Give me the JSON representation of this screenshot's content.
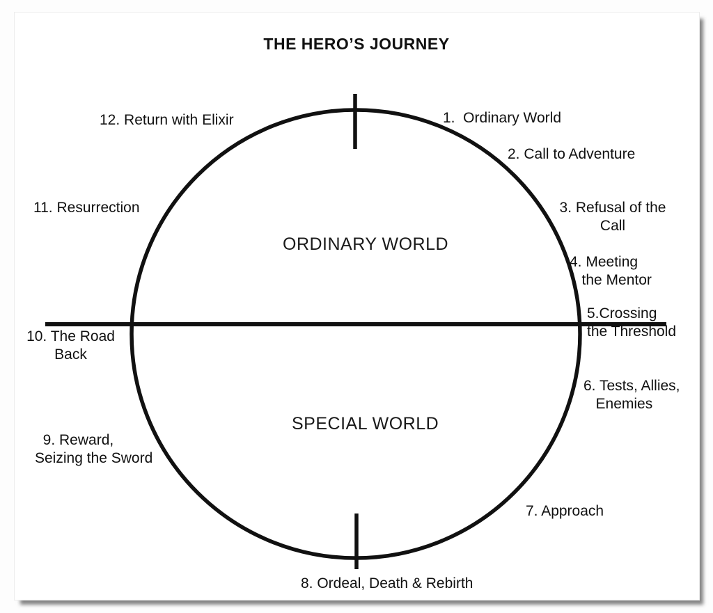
{
  "title": "THE HERO’S JOURNEY",
  "hemispheres": {
    "top": "ORDINARY WORLD",
    "bottom": "SPECIAL WORLD"
  },
  "stages": [
    {
      "id": 1,
      "text": "1.  Ordinary World"
    },
    {
      "id": 2,
      "text": "2. Call to Adventure"
    },
    {
      "id": 3,
      "text": "3. Refusal of the\nCall"
    },
    {
      "id": 4,
      "text": "4. Meeting\n   the Mentor"
    },
    {
      "id": 5,
      "text": "5.Crossing\nthe Threshold"
    },
    {
      "id": 6,
      "text": "6. Tests, Allies,\n   Enemies"
    },
    {
      "id": 7,
      "text": "7. Approach"
    },
    {
      "id": 8,
      "text": "8. Ordeal, Death & Rebirth"
    },
    {
      "id": 9,
      "text": "  9. Reward,\nSeizing the Sword"
    },
    {
      "id": 10,
      "text": "10. The Road\nBack"
    },
    {
      "id": 11,
      "text": "11. Resurrection"
    },
    {
      "id": 12,
      "text": "12. Return with Elixir"
    }
  ],
  "colors": {
    "ink": "#111111",
    "page": "#ffffff",
    "shadow": "#6e6e6e"
  }
}
